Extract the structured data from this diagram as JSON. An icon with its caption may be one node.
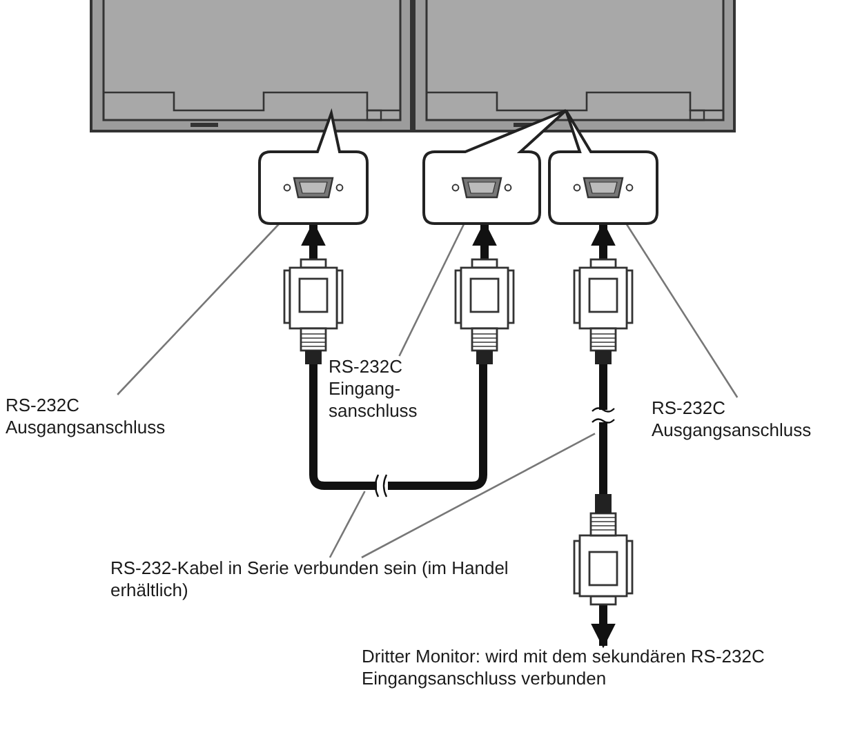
{
  "diagram": {
    "nodes": [
      {
        "text": [],
        "shape": "box"
      },
      {
        "text": [],
        "shape": "box"
      },
      {
        "text": [],
        "shape": "box"
      },
      {
        "text": [],
        "shape": "box"
      },
      {
        "text": [],
        "shape": "box"
      },
      {
        "text": [],
        "shape": "box"
      },
      {
        "text": [],
        "shape": "box"
      },
      {
        "text": [
          "RS-232C Ausgangsanschluss"
        ]
      },
      {
        "text": [
          "RS-232C Eingang- sanschluss"
        ]
      },
      {
        "text": [
          "RS-232C Ausgangsanschluss"
        ]
      },
      {
        "text": [
          "RS-232-Kabel in Serie verbunden sein (im Handel erhältlich)"
        ]
      },
      {
        "text": [],
        "shape": "cable"
      },
      {
        "text": [],
        "shape": "cable"
      },
      {
        "text": [
          "Dritter Monitor: wird mit dem sekundären RS-232C Eingangsanschluss verbunden"
        ]
      }
    ],
    "edges": [
      {
        "from": 3,
        "to": 0,
        "arrow": "to",
        "style": "thick",
        "color": "#111111"
      },
      {
        "from": 4,
        "to": 1,
        "arrow": "to",
        "style": "thick",
        "color": "#111111"
      },
      {
        "from": 5,
        "to": 2,
        "arrow": "to",
        "style": "thick",
        "color": "#111111"
      },
      {
        "from": 7,
        "to": 0,
        "arrow": "none"
      },
      {
        "from": 8,
        "to": 1,
        "arrow": "none"
      },
      {
        "from": 9,
        "to": 2,
        "arrow": "none"
      },
      {
        "from": 10,
        "to": 11,
        "arrow": "none"
      },
      {
        "from": 10,
        "to": 12,
        "arrow": "none"
      },
      {
        "from": 6,
        "to": 13,
        "arrow": "to",
        "style": "thick",
        "color": "#111111"
      }
    ]
  }
}
